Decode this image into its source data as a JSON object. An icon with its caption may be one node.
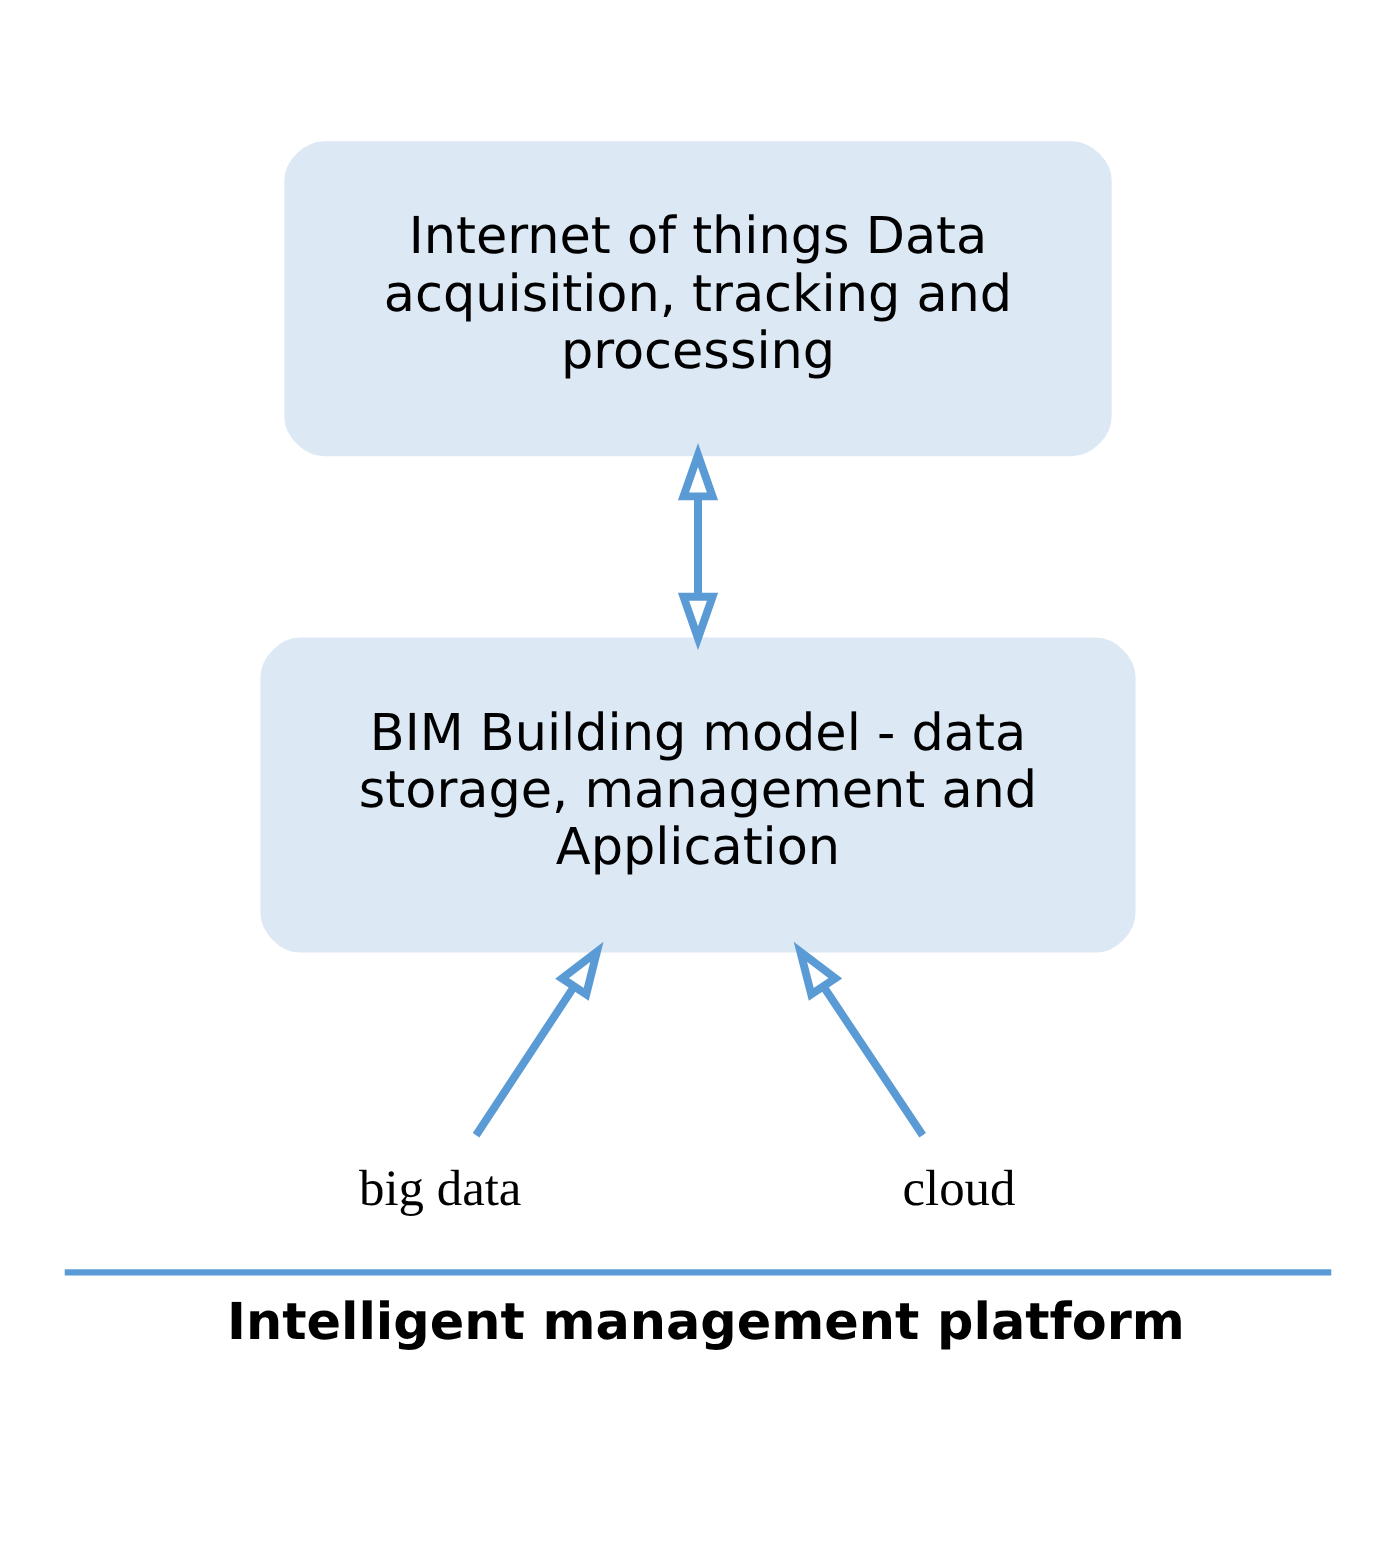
{
  "diagram": {
    "caption": "Intelligent management platform",
    "nodes": [
      {
        "text": [
          "Internet of things Data acquisition, tracking and processing"
        ]
      },
      {
        "text": [
          "BIM Building model - data storage, management and Application"
        ]
      },
      {
        "text": [
          "big data"
        ]
      },
      {
        "text": [
          "cloud"
        ]
      }
    ],
    "edges": [
      {
        "from": 1,
        "to": 0,
        "arrow": "both"
      },
      {
        "from": 2,
        "to": 1,
        "arrow": "to"
      },
      {
        "from": 3,
        "to": 1,
        "arrow": "to"
      }
    ]
  }
}
